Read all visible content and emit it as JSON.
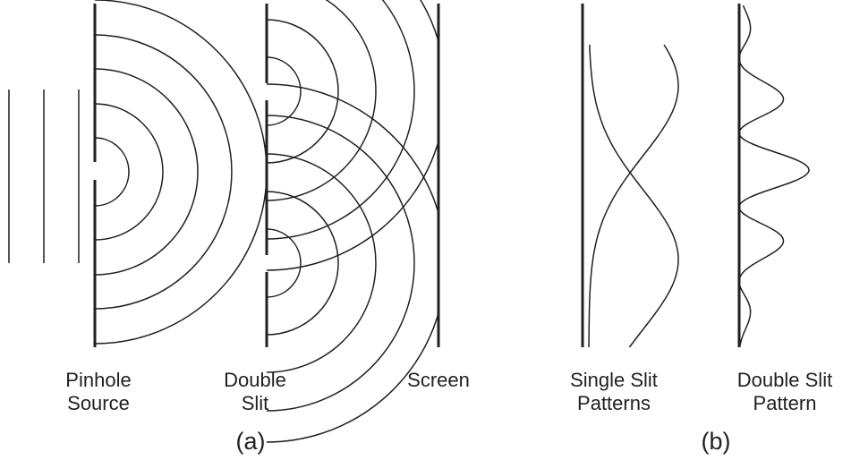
{
  "labels": {
    "pinhole": [
      "Pinhole",
      "Source"
    ],
    "double_slit": [
      "Double",
      "Slit"
    ],
    "screen": "Screen",
    "single_slit_patterns": [
      "Single Slit",
      "Patterns"
    ],
    "double_slit_pattern": [
      "Double Slit",
      "Pattern"
    ]
  },
  "captions": {
    "a": "(a)",
    "b": "(b)"
  },
  "colors": {
    "ink": "#231f20",
    "background": "#ffffff"
  }
}
